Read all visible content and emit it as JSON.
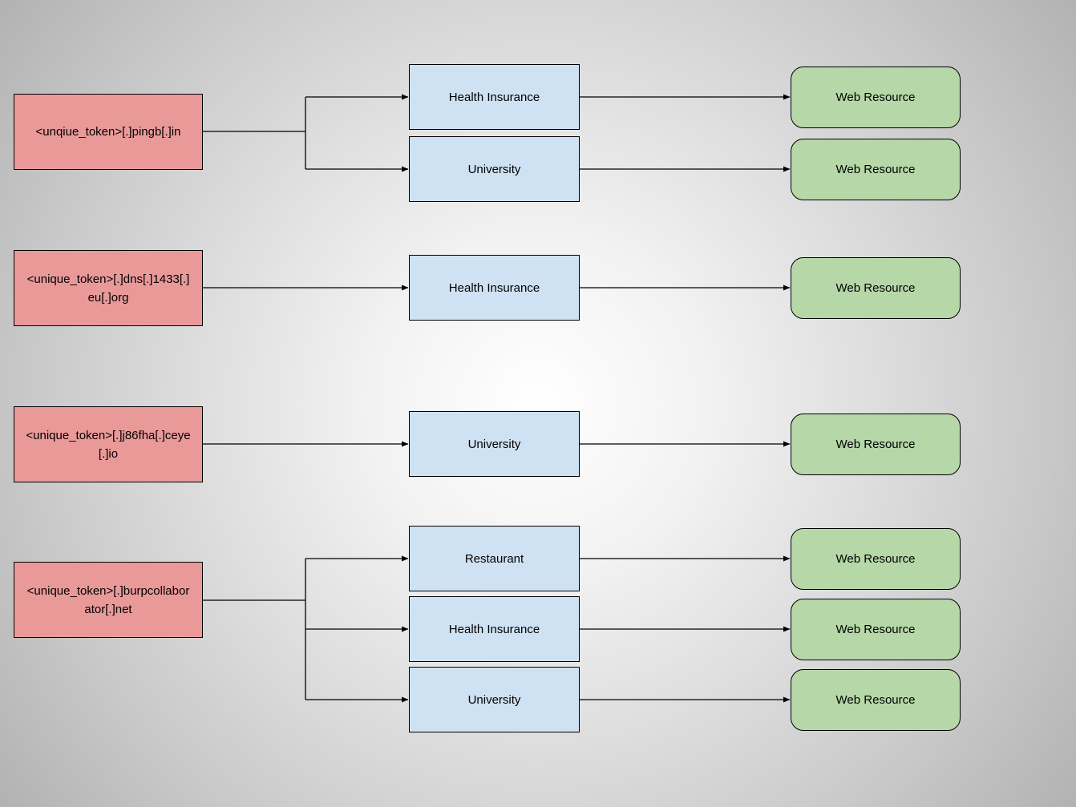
{
  "colors": {
    "source_fill": "#ea9999",
    "category_fill": "#cfe2f3",
    "resource_fill": "#b6d7a8",
    "border": "#000000",
    "connector": "#000000",
    "background_center": "#ffffff",
    "background_edge": "#b2b2b2"
  },
  "nodes": {
    "sources": [
      "<unqiue_token>[.]pingb[.]in",
      "<unique_token>[.]dns[.]1433[.]eu[.]org",
      "<unique_token>[.]j86fha[.]ceye[.]io",
      "<unique_token>[.]burpcollaborator[.]net"
    ],
    "categories": [
      "Health Insurance",
      "University",
      "Health Insurance",
      "University",
      "Restaurant",
      "Health Insurance",
      "University"
    ],
    "resources": [
      "Web Resource",
      "Web Resource",
      "Web Resource",
      "Web Resource",
      "Web Resource",
      "Web Resource",
      "Web Resource"
    ]
  },
  "edges": {
    "source_to_category": [
      [
        0,
        0
      ],
      [
        0,
        1
      ],
      [
        1,
        2
      ],
      [
        2,
        3
      ],
      [
        3,
        4
      ],
      [
        3,
        5
      ],
      [
        3,
        6
      ]
    ],
    "category_to_resource": [
      [
        0,
        0
      ],
      [
        1,
        1
      ],
      [
        2,
        2
      ],
      [
        3,
        3
      ],
      [
        4,
        4
      ],
      [
        5,
        5
      ],
      [
        6,
        6
      ]
    ]
  }
}
